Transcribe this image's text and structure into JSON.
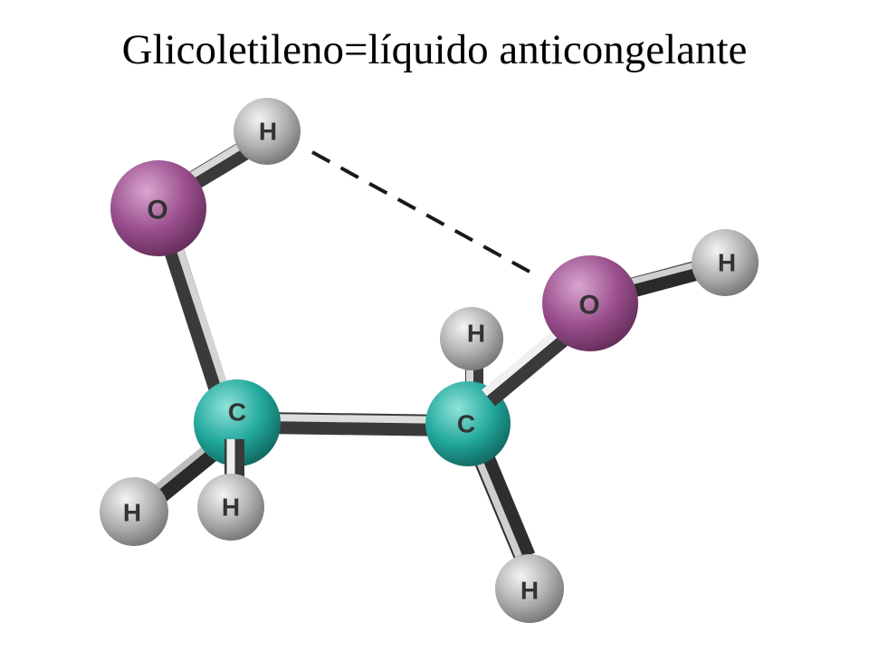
{
  "title": "Glicoletileno=líquido anticongelante",
  "colors": {
    "oxygen": "#9a4f8c",
    "carbon": "#22a89c",
    "hydrogen": "#a8a8a8",
    "bond": "#8e8e8e",
    "hbond": "#1a1a1a",
    "label": "#333333"
  },
  "atoms": [
    {
      "id": "h_top",
      "element": "hydrogen",
      "label": "H"
    },
    {
      "id": "o_left",
      "element": "oxygen",
      "label": "O"
    },
    {
      "id": "c_left",
      "element": "carbon",
      "label": "C"
    },
    {
      "id": "h_left_bottom",
      "element": "hydrogen",
      "label": "H"
    },
    {
      "id": "h_left_front",
      "element": "hydrogen",
      "label": "H"
    },
    {
      "id": "c_right",
      "element": "carbon",
      "label": "C"
    },
    {
      "id": "h_right_back",
      "element": "hydrogen",
      "label": "H"
    },
    {
      "id": "o_right",
      "element": "oxygen",
      "label": "O"
    },
    {
      "id": "h_right",
      "element": "hydrogen",
      "label": "H"
    },
    {
      "id": "h_right_bottom",
      "element": "hydrogen",
      "label": "H"
    }
  ]
}
